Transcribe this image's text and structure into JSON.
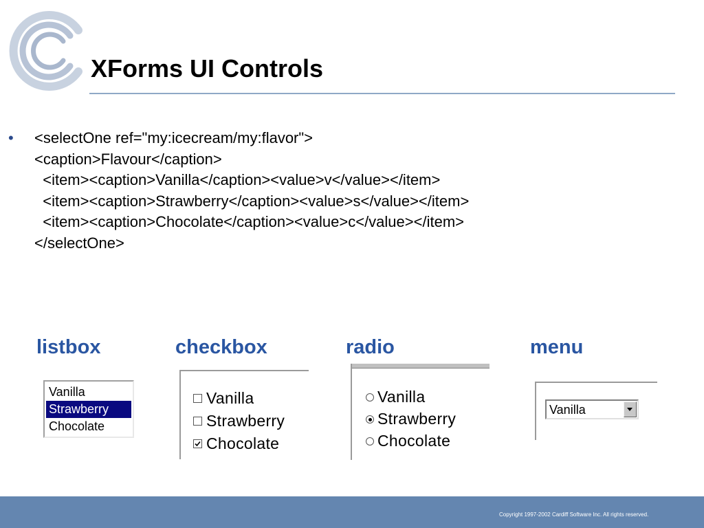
{
  "slide": {
    "title": "XForms UI Controls",
    "code_lines": [
      "<selectOne ref=\"my:icecream/my:flavor\">",
      "<caption>Flavour</caption>",
      "  <item><caption>Vanilla</caption><value>v</value></item>",
      "  <item><caption>Strawberry</caption><value>s</value></item>",
      "  <item><caption>Chocolate</caption><value>c</value></item>",
      "</selectOne>"
    ],
    "bullet": "•"
  },
  "controls": {
    "listbox": {
      "label": "listbox",
      "options": [
        "Vanilla",
        "Strawberry",
        "Chocolate"
      ],
      "selected": "Strawberry"
    },
    "checkbox": {
      "label": "checkbox",
      "options": [
        "Vanilla",
        "Strawberry",
        "Chocolate"
      ],
      "checked": [
        false,
        false,
        true
      ]
    },
    "radio": {
      "label": "radio",
      "options": [
        "Vanilla",
        "Strawberry",
        "Chocolate"
      ],
      "selected": "Strawberry"
    },
    "menu": {
      "label": "menu",
      "selected_value": "Vanilla"
    }
  },
  "footer": {
    "copyright": "Copyright 1997-2002 Cardiff Software Inc. All rights reserved."
  },
  "colors": {
    "title": "#000000",
    "label": "#2a56a2",
    "footer_bar": "#6486b0",
    "rule": "#8fa8c6",
    "listbox_selection": "#0a0a80"
  },
  "icons": {
    "logo": "cardiff-c-logo-icon",
    "checkbox": "checkbox-icon",
    "radio": "radio-button-icon",
    "dropdown": "chevron-down-icon"
  }
}
